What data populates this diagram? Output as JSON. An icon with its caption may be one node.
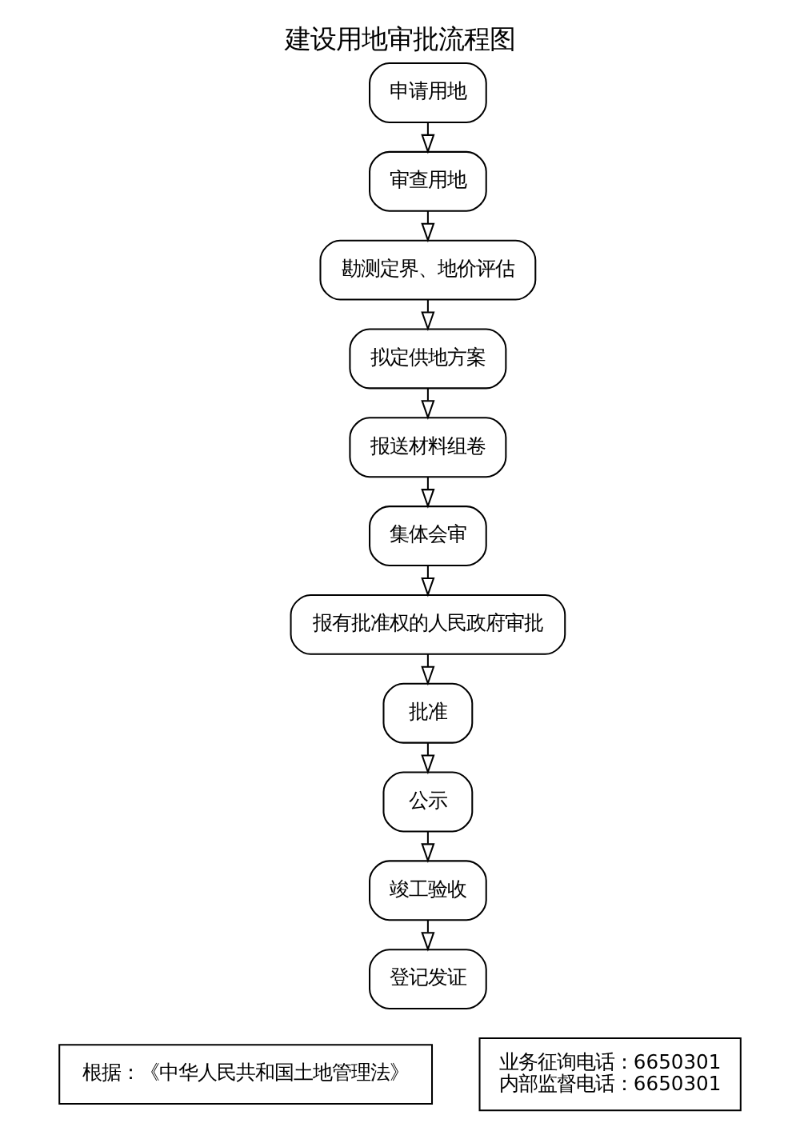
{
  "diagram": {
    "title": "建设用地审批流程图",
    "nodes": [
      {
        "text": [
          "申请用地"
        ]
      },
      {
        "text": [
          "审查用地"
        ]
      },
      {
        "text": [
          "勘测定界、地价评估"
        ]
      },
      {
        "text": [
          "拟定供地方案"
        ]
      },
      {
        "text": [
          "报送材料组卷"
        ]
      },
      {
        "text": [
          "集体会审"
        ]
      },
      {
        "text": [
          "报有批准权的人民政府审批"
        ]
      },
      {
        "text": [
          "批准"
        ]
      },
      {
        "text": [
          "公示"
        ]
      },
      {
        "text": [
          "竣工验收"
        ]
      },
      {
        "text": [
          "登记发证"
        ]
      },
      {
        "text": [
          "根据：《中华人民共和国土地管理法》"
        ]
      },
      {
        "text": [
          "业务征询电话：6650301",
          "内部监督电话：6650301"
        ]
      }
    ],
    "edges": [
      {
        "from": 0,
        "to": 1,
        "arrow": "to"
      },
      {
        "from": 1,
        "to": 2,
        "arrow": "to"
      },
      {
        "from": 2,
        "to": 3,
        "arrow": "to"
      },
      {
        "from": 3,
        "to": 4,
        "arrow": "to"
      },
      {
        "from": 4,
        "to": 5,
        "arrow": "to"
      },
      {
        "from": 5,
        "to": 6,
        "arrow": "to"
      },
      {
        "from": 6,
        "to": 7,
        "arrow": "to"
      },
      {
        "from": 7,
        "to": 8,
        "arrow": "to"
      },
      {
        "from": 8,
        "to": 9,
        "arrow": "to"
      },
      {
        "from": 9,
        "to": 10,
        "arrow": "to"
      }
    ]
  }
}
